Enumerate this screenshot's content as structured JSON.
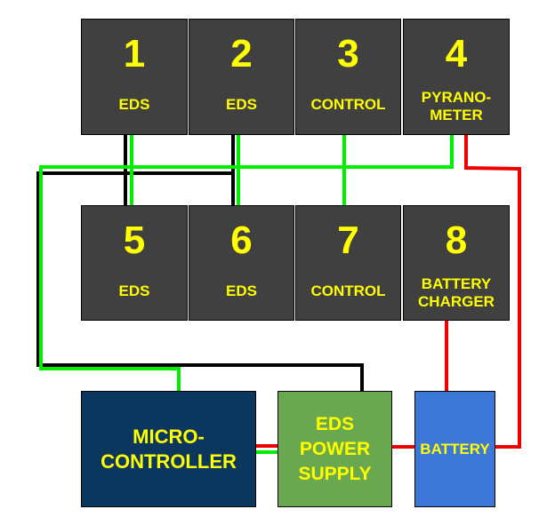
{
  "modules": [
    {
      "number": "1",
      "label": "EDS"
    },
    {
      "number": "2",
      "label": "EDS"
    },
    {
      "number": "3",
      "label": "CONTROL"
    },
    {
      "number": "4",
      "label": "PYRANO-\nMETER"
    },
    {
      "number": "5",
      "label": "EDS"
    },
    {
      "number": "6",
      "label": "EDS"
    },
    {
      "number": "7",
      "label": "CONTROL"
    },
    {
      "number": "8",
      "label": "BATTERY\nCHARGER"
    }
  ],
  "bottom": {
    "microcontroller": "MICRO-\nCONTROLLER",
    "power_supply": "EDS\nPOWER\nSUPPLY",
    "battery": "BATTERY"
  },
  "colors": {
    "module": "#404040",
    "microcontroller": "#0b365e",
    "power_supply": "#6aa84f",
    "battery": "#3c78d8",
    "text": "#ffff00",
    "signal": "#00ee00",
    "ground": "#000000",
    "power": "#ee0000"
  }
}
